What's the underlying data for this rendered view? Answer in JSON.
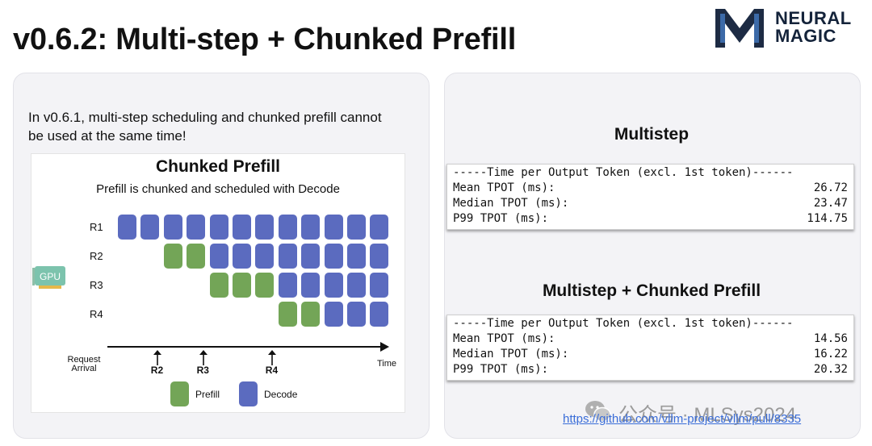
{
  "slide": {
    "title": "v0.6.2: Multi-step + Chunked Prefill",
    "logo_text": [
      "NEURAL",
      "MAGIC"
    ],
    "intro": "In v0.6.1, multi-step scheduling and chunked prefill cannot be used at the same time!"
  },
  "diagram": {
    "title": "Chunked Prefill",
    "subtitle": "Prefill is chunked and scheduled with Decode",
    "rows": [
      {
        "label": "R1",
        "start": 0,
        "prefill": 0,
        "decode": 12
      },
      {
        "label": "R2",
        "start": 2,
        "prefill": 2,
        "decode": 8
      },
      {
        "label": "R3",
        "start": 4,
        "prefill": 3,
        "decode": 5
      },
      {
        "label": "R4",
        "start": 7,
        "prefill": 2,
        "decode": 3
      }
    ],
    "axis": {
      "left_label": "Request Arrival",
      "right_label": "Time"
    },
    "arrivals": [
      {
        "label": "R2",
        "slot": 2
      },
      {
        "label": "R3",
        "slot": 4
      },
      {
        "label": "R4",
        "slot": 7
      }
    ],
    "legend": [
      {
        "label": "Prefill",
        "color": "#73a557"
      },
      {
        "label": "Decode",
        "color": "#5b6bbf"
      }
    ],
    "gpu_label": "GPU"
  },
  "multistep": {
    "title": "Multistep",
    "header": "-----Time per Output Token (excl. 1st token)------",
    "rows": [
      {
        "label": "Mean TPOT (ms):",
        "value": "26.72"
      },
      {
        "label": "Median TPOT (ms):",
        "value": "23.47"
      },
      {
        "label": "P99 TPOT (ms):",
        "value": "114.75"
      }
    ]
  },
  "combined": {
    "title": "Multistep + Chunked Prefill",
    "header": "-----Time per Output Token (excl. 1st token)------",
    "rows": [
      {
        "label": "Mean TPOT (ms):",
        "value": "14.56"
      },
      {
        "label": "Median TPOT (ms):",
        "value": "16.22"
      },
      {
        "label": "P99 TPOT (ms):",
        "value": "20.32"
      }
    ]
  },
  "footer": {
    "watermark": "公众号 · MLSys2024",
    "link": "https://github.com/vllm-project/vllm/pull/8335"
  },
  "colors": {
    "prefill": "#73a557",
    "decode": "#5b6bbf",
    "link": "#3a6dd8",
    "logo": "#14233a"
  }
}
